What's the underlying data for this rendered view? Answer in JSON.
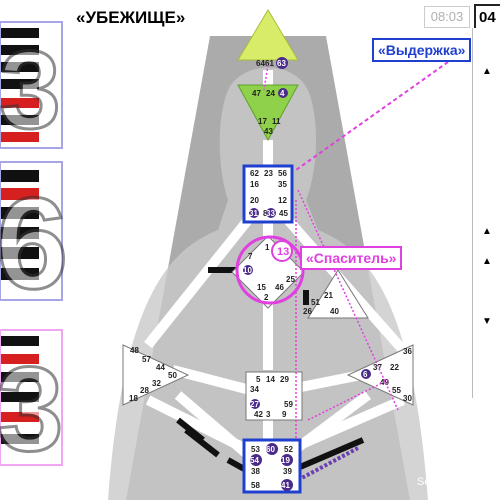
{
  "page": {
    "title": "«УБЕЖИЩЕ»",
    "time": "08:03",
    "date": "04",
    "credit": "Sergei Mavlat"
  },
  "callouts": {
    "restraint": "«Выдержка»",
    "savior": "«Спаситель»",
    "center_gate": "13"
  },
  "hexagram_cards": [
    {
      "digit": "3"
    },
    {
      "digit": "6"
    },
    {
      "digit": "3"
    }
  ],
  "bodygraph": {
    "head": {
      "gates": [
        "64",
        "61",
        "63"
      ]
    },
    "ajna": {
      "gates": [
        "47",
        "24",
        "4",
        "17",
        "11",
        "43"
      ]
    },
    "throat": {
      "gates": [
        "62",
        "23",
        "56",
        "16",
        "35",
        "20",
        "12",
        "31",
        "8",
        "33",
        "45"
      ]
    },
    "g_center": {
      "gates": [
        "1",
        "13",
        "7",
        "10",
        "25",
        "15",
        "2",
        "46"
      ]
    },
    "heart": {
      "gates": [
        "21",
        "51",
        "26",
        "40"
      ]
    },
    "spleen": {
      "gates": [
        "48",
        "57",
        "44",
        "50",
        "28",
        "32",
        "18"
      ]
    },
    "sacral": {
      "gates": [
        "5",
        "14",
        "29",
        "34",
        "27",
        "42",
        "3",
        "9",
        "59"
      ]
    },
    "solar_plexus": {
      "gates": [
        "36",
        "37",
        "22",
        "6",
        "49",
        "55",
        "30"
      ]
    },
    "root": {
      "gates": [
        "53",
        "60",
        "52",
        "54",
        "19",
        "38",
        "39",
        "58",
        "41"
      ]
    }
  },
  "right_markers": [
    "▲",
    "▲",
    "▲",
    "▼"
  ],
  "colors": {
    "highlight_blue": "#1f3fcf",
    "magenta": "#e040e0",
    "purple_gate": "#4a2a8a",
    "head_green": "#d9ec6a",
    "ajna_green": "#8fd14a"
  }
}
